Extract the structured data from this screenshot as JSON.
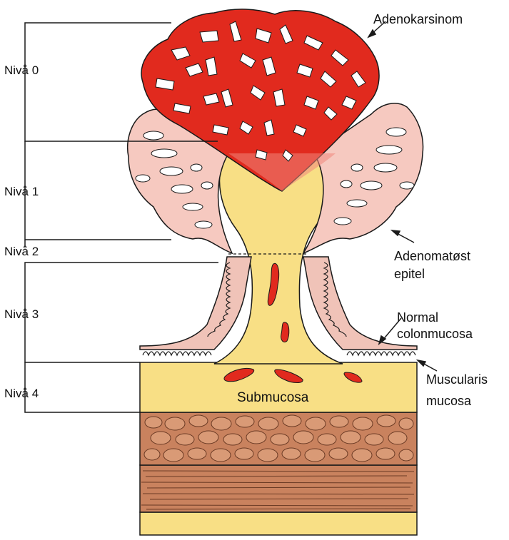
{
  "figure": {
    "levels": [
      "Nivå 0",
      "Nivå 1",
      "Nivå 2",
      "Nivå 3",
      "Nivå 4"
    ],
    "annotations": {
      "adenocarcinoma": "Adenokarsinom",
      "adenomatous_line1": "Adenomatøst",
      "adenomatous_line2": "epitel",
      "normal_line1": "Normal",
      "normal_line2": "colonmucosa",
      "muscularis_line1": "Muscularis",
      "muscularis_line2": "mucosa",
      "submucosa": "Submucosa"
    },
    "colors": {
      "carcinoma": "#e12a1e",
      "adenoma": "#f6c9c0",
      "stalk": "#f8df85",
      "mucosa": "#f0c3b8",
      "muscle": "#c9825e",
      "outline": "#1a1a1a"
    }
  }
}
